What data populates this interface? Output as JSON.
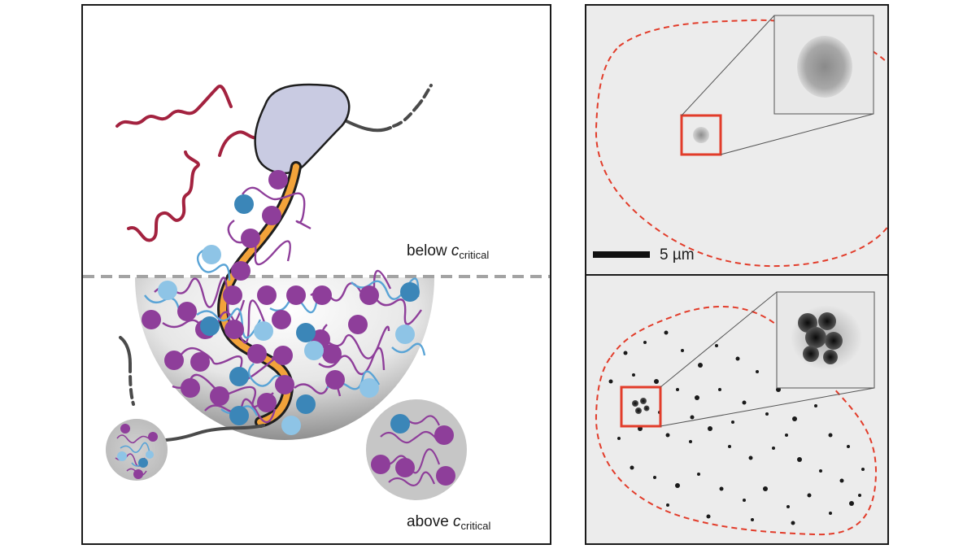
{
  "labels": {
    "below_prefix": "below ",
    "above_prefix": "above ",
    "c_symbol": "c",
    "c_subscript": "critical"
  },
  "scale_bar": {
    "text": "5 µm"
  },
  "colors": {
    "purple": "#8e3e9a",
    "dark_blue": "#3b86b8",
    "light_blue": "#8ec4e6",
    "crimson": "#a3223f",
    "orange": "#f2a33a",
    "protein": "#c9cbe2",
    "dashed_outline": "#e23c2a",
    "zoom_box": "#e23c2a"
  }
}
